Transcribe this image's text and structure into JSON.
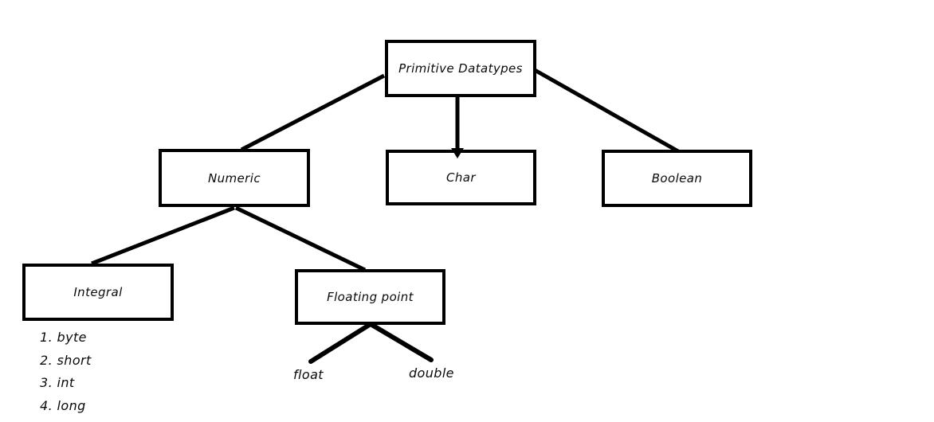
{
  "diagram": {
    "type": "tree",
    "background_color": "#ffffff",
    "line_color": "#000000",
    "nodes": [
      {
        "id": "primitive-datatypes",
        "label": "Primitive Datatypes",
        "parent": null
      },
      {
        "id": "numeric",
        "label": "Numeric",
        "parent": "primitive-datatypes"
      },
      {
        "id": "char",
        "label": "Char",
        "parent": "primitive-datatypes"
      },
      {
        "id": "boolean",
        "label": "Boolean",
        "parent": "primitive-datatypes"
      },
      {
        "id": "integral",
        "label": "Integral",
        "parent": "numeric"
      },
      {
        "id": "floating-point",
        "label": "Floating point",
        "parent": "numeric"
      },
      {
        "id": "float",
        "label": "float",
        "parent": "floating-point"
      },
      {
        "id": "double",
        "label": "double",
        "parent": "floating-point"
      }
    ],
    "integral_types_list": [
      "1. byte",
      "2. short",
      "3. int",
      "4. long"
    ]
  }
}
